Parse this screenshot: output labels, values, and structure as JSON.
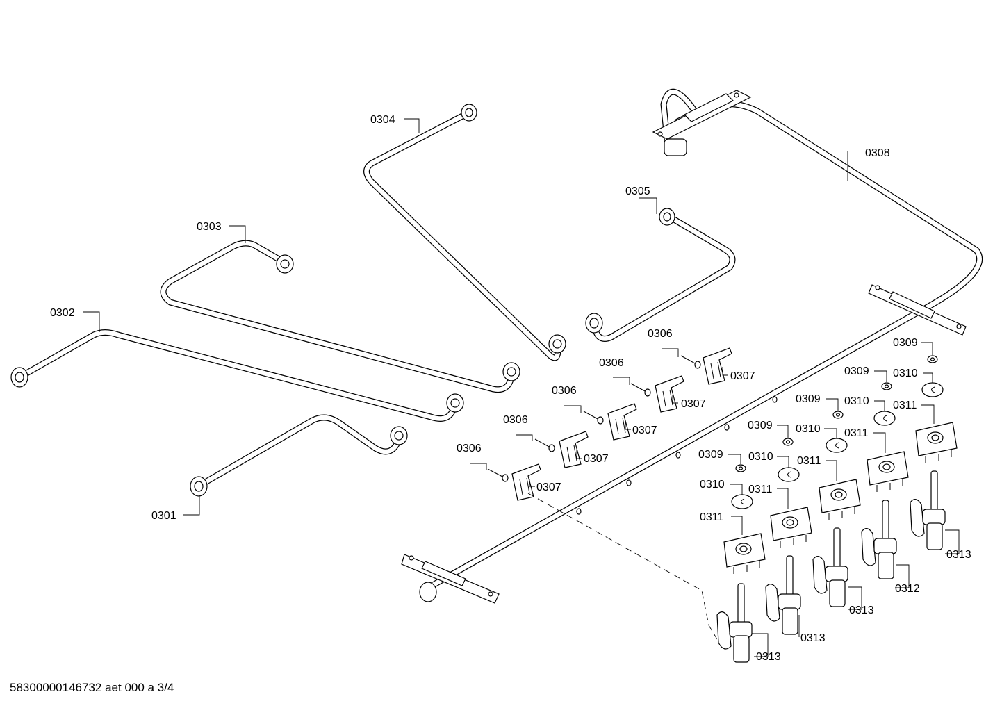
{
  "footer_text": "58300000146732 aet 000 a 3/4",
  "callouts": {
    "c0301": "0301",
    "c0302": "0302",
    "c0303": "0303",
    "c0304": "0304",
    "c0305": "0305",
    "c0306": "0306",
    "c0307": "0307",
    "c0308": "0308",
    "c0309": "0309",
    "c0310": "0310",
    "c0311": "0311",
    "c0312": "0312",
    "c0313": "0313"
  }
}
